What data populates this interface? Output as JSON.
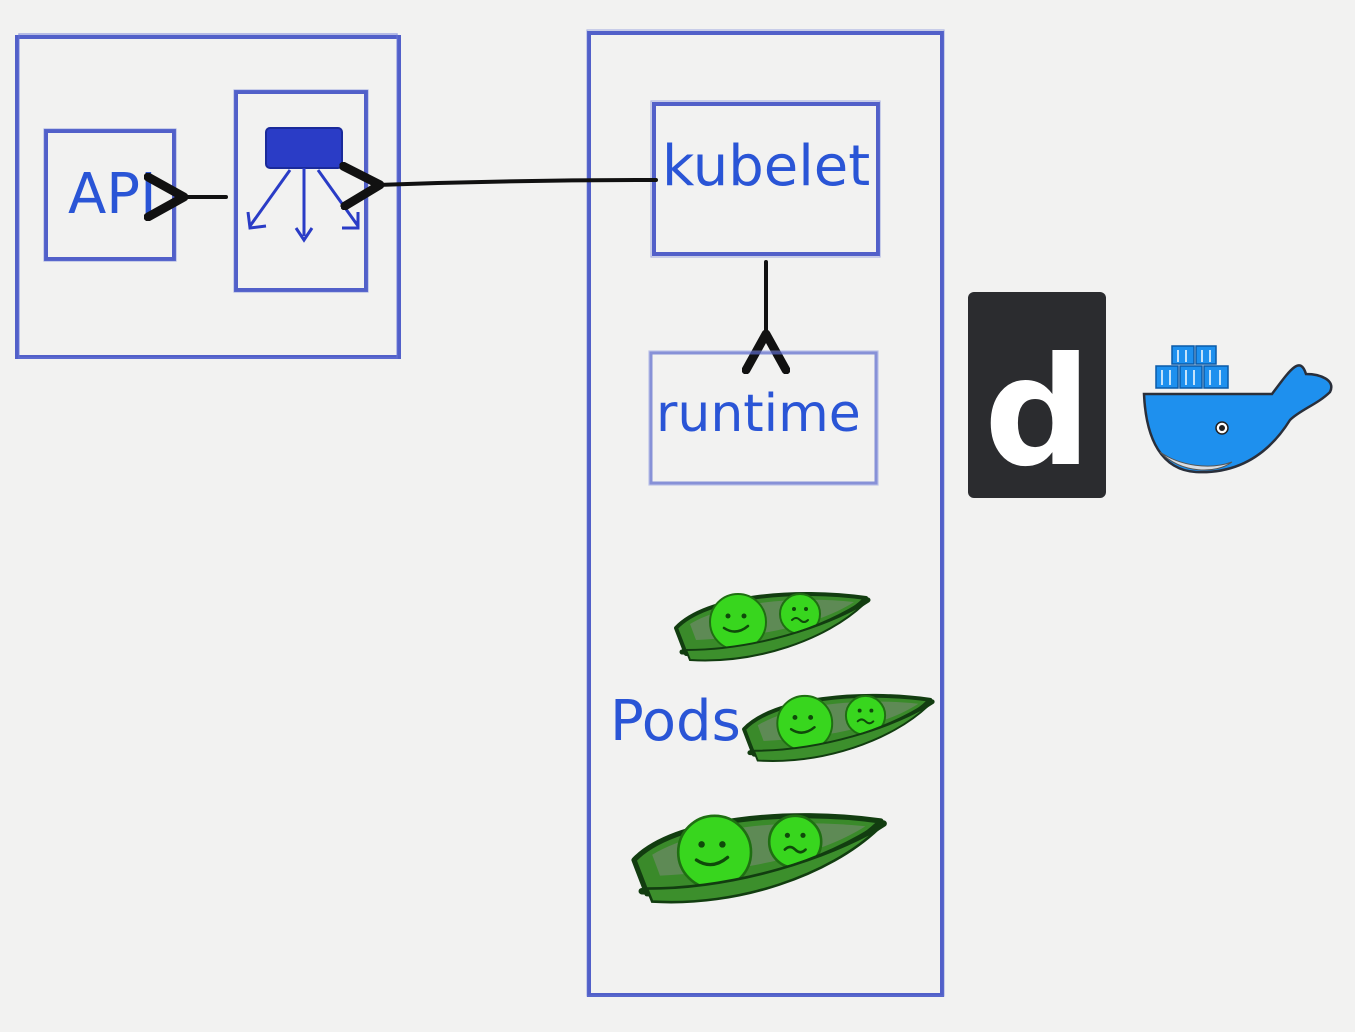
{
  "labels": {
    "api": "API",
    "kubelet": "kubelet",
    "runtime": "runtime",
    "pods": "Pods"
  },
  "logos": {
    "dcos_letter": "d"
  },
  "icons": {
    "controller": "controller-icon",
    "dcos": "dcos-logo",
    "docker": "docker-whale-logo",
    "pea_pod": "pea-pod-icon"
  },
  "colors": {
    "sketch_blue": "#3a4dc0",
    "label_blue": "#2a55d6",
    "arrow": "#111111",
    "pod_green": "#2f7a22",
    "pea_green": "#35d11d",
    "dcos_dark": "#2b2c2f",
    "docker_blue": "#1e90ee"
  }
}
